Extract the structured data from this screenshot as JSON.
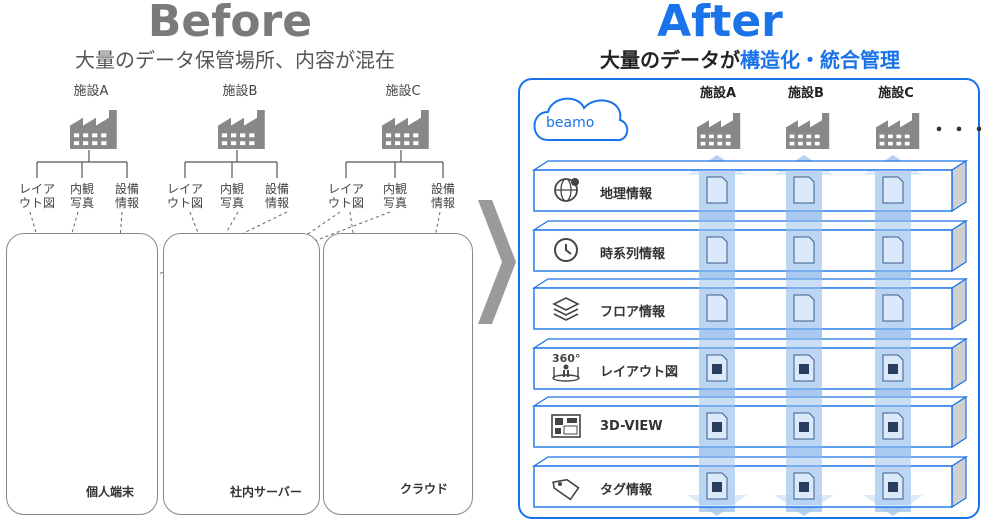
{
  "before": {
    "title": "Before",
    "subtitle": "大量のデータ保管場所、内容が混在",
    "facilities": [
      "施設A",
      "施設B",
      "施設C"
    ],
    "categories": [
      "レイア\nウト図",
      "内観\n写真",
      "設備\n情報"
    ],
    "zones": [
      {
        "label": "個人端末",
        "icon": "laptop-icon"
      },
      {
        "label": "社内サーバー",
        "icon": "server-icon"
      },
      {
        "label": "クラウド",
        "icon": "cloud-icon"
      }
    ]
  },
  "after": {
    "title": "After",
    "subtitle_prefix": "大量のデータが",
    "subtitle_highlight": "構造化・統合管理",
    "logo": "beamo",
    "facilities": [
      "施設A",
      "施設B",
      "施設C"
    ],
    "more": "・・・",
    "layers": [
      {
        "label": "地理情報",
        "icon": "globe-pin-icon"
      },
      {
        "label": "時系列情報",
        "icon": "clock-icon"
      },
      {
        "label": "フロア情報",
        "icon": "layers-icon"
      },
      {
        "label": "レイアウト図",
        "icon": "360-icon",
        "icon_text": "360°"
      },
      {
        "label": "3D-VIEW",
        "icon": "floorplan-icon"
      },
      {
        "label": "タグ情報",
        "icon": "tag-icon"
      }
    ]
  },
  "colors": {
    "accent": "#1a73e8",
    "gray": "#7a7a7a"
  }
}
